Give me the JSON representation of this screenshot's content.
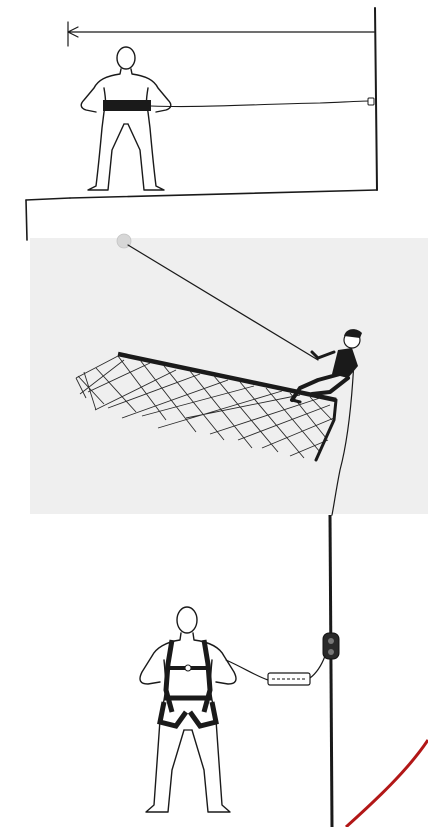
{
  "panels": [
    {
      "id": "restraint",
      "label": ""
    },
    {
      "id": "fall-arrest-edge",
      "label": ""
    },
    {
      "id": "vertical-lifeline",
      "label": ""
    }
  ],
  "colors": {
    "ink": "#1a1a1a",
    "panel_bg": "#efefef",
    "anchor": "#d7d7d7",
    "arc": "#b21717"
  }
}
